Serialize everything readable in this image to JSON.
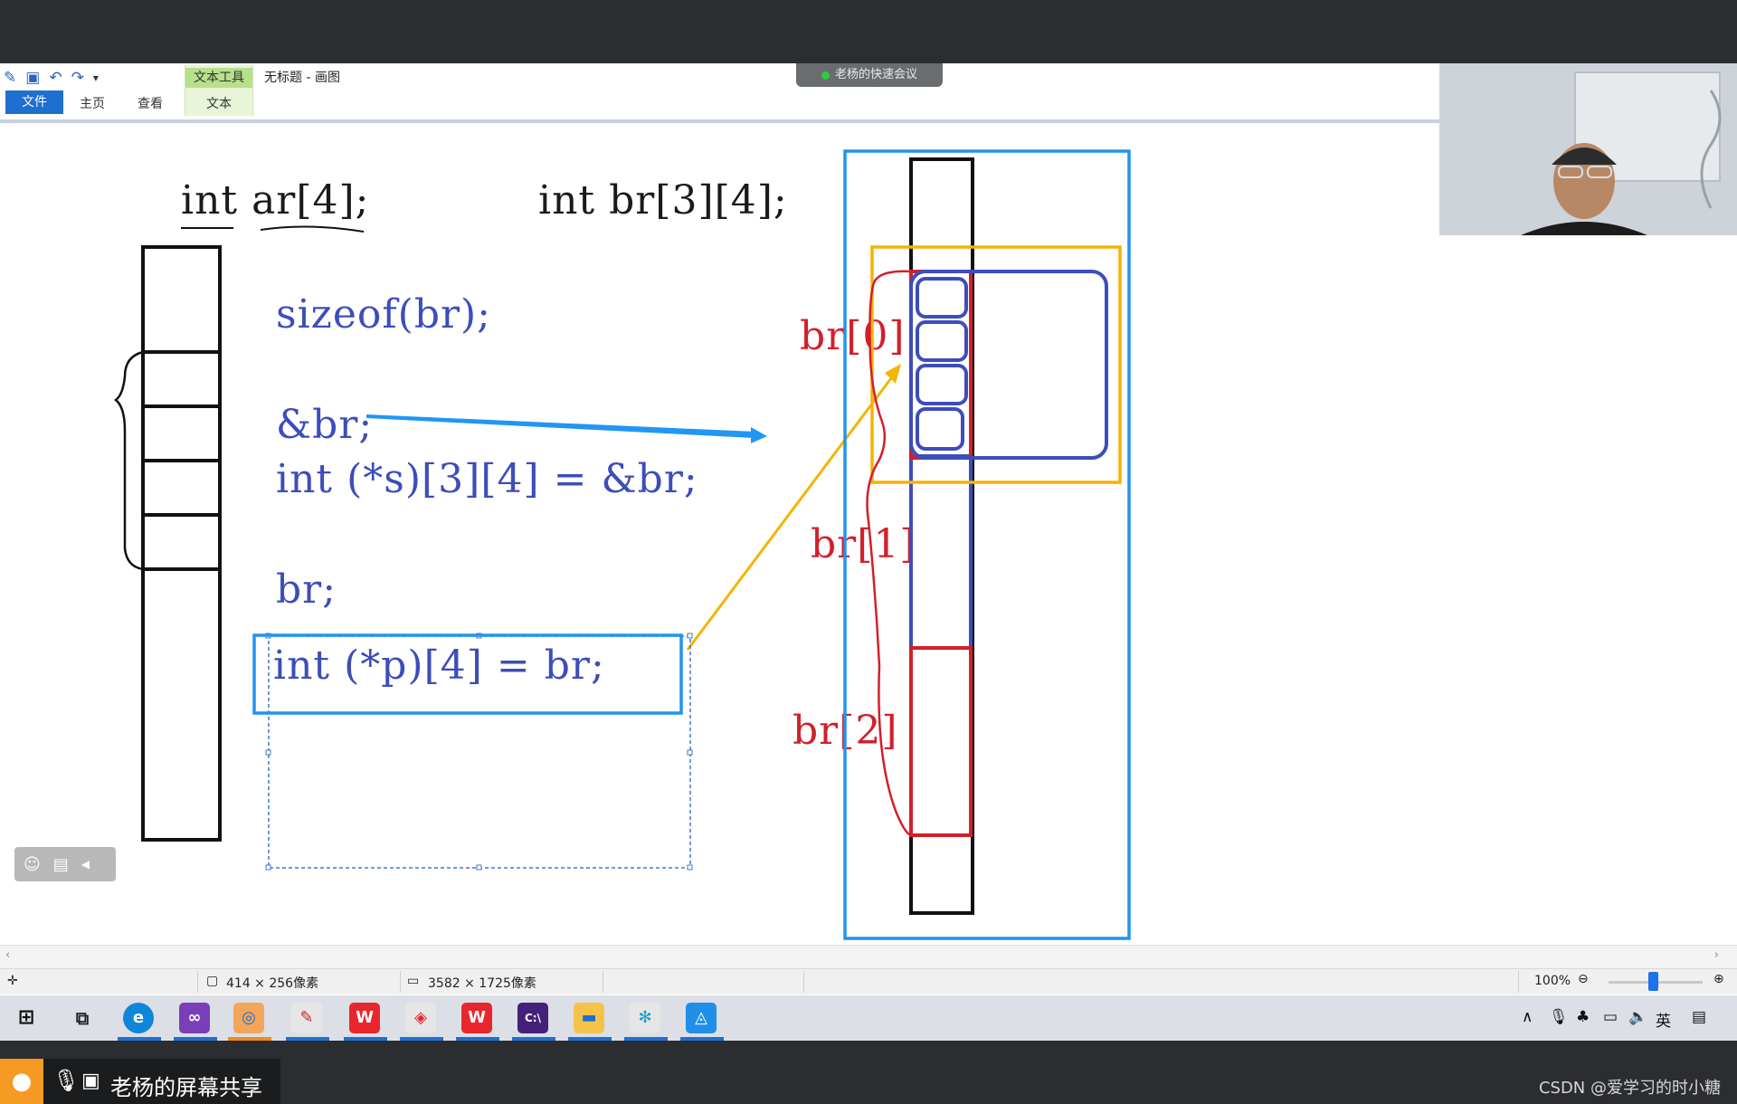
{
  "toolbar": {
    "context_tab_title": "文本工具",
    "context_tab_sub": "文本",
    "window_title": "无标题 - 画图",
    "tabs": [
      "文件",
      "主页",
      "查看"
    ],
    "meeting_name": "老杨的快速会议"
  },
  "code": {
    "line1_a": "int ar[4];",
    "line1_b": "int br[3][4];",
    "sizeof": "sizeof(br);",
    "addr": "&br;",
    "ptr_s": "int (*s)[3][4] = &br;",
    "br": "br;",
    "ptr_p": "int (*p)[4] = br;"
  },
  "labels": {
    "br0": "br[0]",
    "br1": "br[1]",
    "br2": "br[2]"
  },
  "status": {
    "selection_size": "414 × 256像素",
    "image_size": "3582 × 1725像素",
    "zoom": "100%"
  },
  "taskbar": {
    "ime": "英"
  },
  "share": {
    "text": "老杨的屏幕共享"
  },
  "watermark": "CSDN @爱学习的时小糖",
  "colors": {
    "accent_blue": "#1f6fd1",
    "drawing_blue": "#3d4dba",
    "drawing_red": "#d1202b",
    "highlight_yellow": "#f5b400",
    "selection_blue": "#2194f0"
  }
}
